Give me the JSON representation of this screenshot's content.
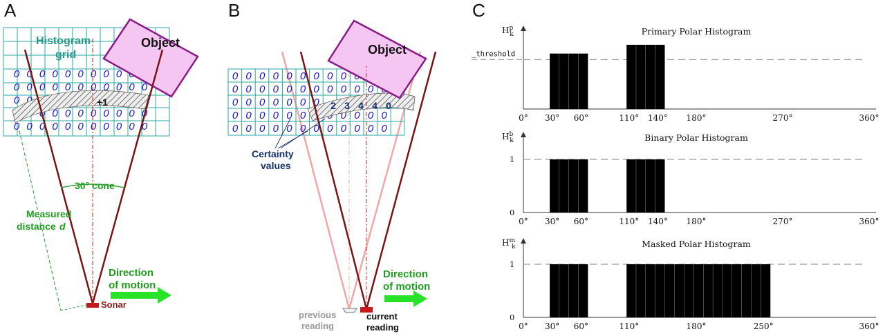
{
  "colors": {
    "grid": "#2aa7a7",
    "digit": "#1515c8",
    "cone": "#7a1414",
    "ghost_cone": "#f4a6a6",
    "object_fill": "#f6c6f3",
    "object_stroke": "#8a1a8a",
    "label_green": "#1f9e1f",
    "arrow_green": "#28e328",
    "sonar": "#c81a1a",
    "navy": "#16306e",
    "bar": "#000000",
    "dashed": "#9a9a9a",
    "axis": "#333333"
  },
  "panels": {
    "A": {
      "letter": "A",
      "grid_label_1": "Histogram",
      "grid_label_2": "grid",
      "object_label": "Object",
      "cell_digit": "0",
      "plus_one": "+1",
      "cone_label": "30° cone",
      "measured_1": "Measured",
      "measured_2": "distance",
      "measured_d": "d",
      "direction_1": "Direction",
      "direction_2": "of motion",
      "sonar_label": "Sonar"
    },
    "B": {
      "letter": "B",
      "object_label": "Object",
      "cell_digit": "0",
      "values_row": [
        "2",
        "3",
        "4",
        "4",
        "0"
      ],
      "certainty_1": "Certainty",
      "certainty_2": "values",
      "direction_1": "Direction",
      "direction_2": "of motion",
      "previous_1": "previous",
      "previous_2": "reading",
      "current_1": "current",
      "current_2": "reading"
    },
    "C": {
      "letter": "C"
    }
  },
  "chart_data": [
    {
      "type": "bar",
      "title": "Primary Polar Histogram",
      "ylabel_base": "H",
      "ylabel_sup": "p",
      "ylabel_sub": "k",
      "threshold_label": "_threshold",
      "threshold_level": 0.73,
      "xlim": [
        0,
        360
      ],
      "xticks": [
        0,
        30,
        60,
        110,
        140,
        180,
        270,
        360
      ],
      "xtick_labels": [
        "0°",
        "30°",
        "60°",
        "110°",
        "140°",
        "180°",
        "270°",
        "360°"
      ],
      "bar_width_deg": 8,
      "bar_starts_deg": [
        30,
        40,
        50,
        60,
        110,
        120,
        130,
        140
      ],
      "bar_levels": [
        0.82,
        0.82,
        0.82,
        0.82,
        0.95,
        0.95,
        0.95,
        0.95
      ]
    },
    {
      "type": "bar",
      "title": "Binary Polar Histogram",
      "ylabel_base": "H",
      "ylabel_sup": "b",
      "ylabel_sub": "k",
      "yticks": [
        "1",
        "0"
      ],
      "xlim": [
        0,
        360
      ],
      "xticks": [
        0,
        30,
        60,
        110,
        140,
        180,
        270,
        360
      ],
      "xtick_labels": [
        "0°",
        "30°",
        "60°",
        "110°",
        "140°",
        "180°",
        "270°",
        "360°"
      ],
      "bar_width_deg": 8,
      "bar_starts_deg": [
        30,
        40,
        50,
        60,
        110,
        120,
        130,
        140
      ],
      "bar_levels": [
        1,
        1,
        1,
        1,
        1,
        1,
        1,
        1
      ]
    },
    {
      "type": "bar",
      "title": "Masked Polar Histogram",
      "ylabel_base": "H",
      "ylabel_sup": "m",
      "ylabel_sub": "k",
      "yticks": [
        "1",
        "0"
      ],
      "xlim": [
        0,
        360
      ],
      "xticks": [
        0,
        30,
        60,
        110,
        180,
        250,
        360
      ],
      "xtick_labels": [
        "0°",
        "30°",
        "60°",
        "110°",
        "180°",
        "250°",
        "360°"
      ],
      "bar_width_deg": 8,
      "bar_starts_deg": [
        30,
        40,
        50,
        60,
        110,
        120,
        130,
        140,
        150,
        160,
        170,
        180,
        190,
        200,
        210,
        220,
        230,
        240,
        250
      ],
      "bar_levels": [
        1,
        1,
        1,
        1,
        1,
        1,
        1,
        1,
        1,
        1,
        1,
        1,
        1,
        1,
        1,
        1,
        1,
        1,
        1
      ]
    }
  ]
}
